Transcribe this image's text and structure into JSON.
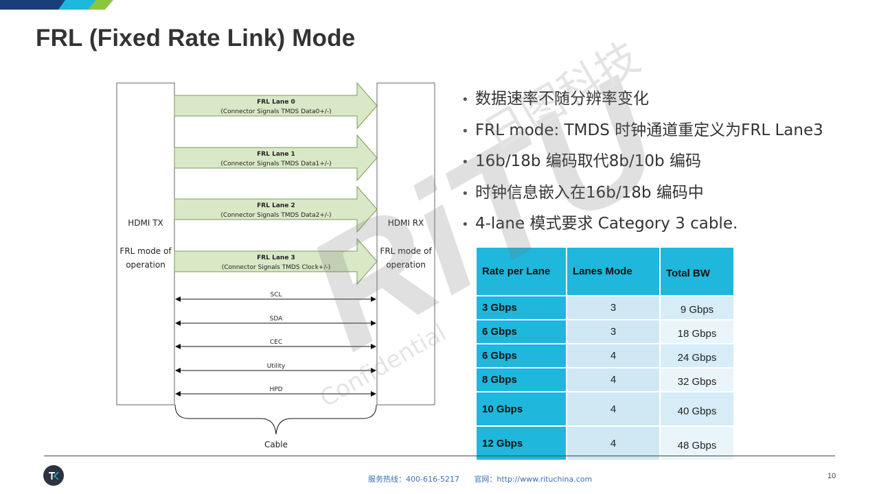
{
  "title": "FRL (Fixed Rate Link) Mode",
  "diagram": {
    "tx_title": "HDMI TX",
    "tx_sub1": "FRL mode of",
    "tx_sub2": "operation",
    "rx_title": "HDMI RX",
    "rx_sub1": "FRL mode of",
    "rx_sub2": "operation",
    "lanes": [
      {
        "name": "FRL Lane 0",
        "signal": "(Connector Signals TMDS Data0+/-)"
      },
      {
        "name": "FRL Lane 1",
        "signal": "(Connector Signals TMDS Data1+/-)"
      },
      {
        "name": "FRL Lane 2",
        "signal": "(Connector Signals TMDS Data2+/-)"
      },
      {
        "name": "FRL Lane 3",
        "signal": "(Connector Signals TMDS Clock+/-)"
      }
    ],
    "signals": [
      "SCL",
      "SDA",
      "CEC",
      "Utility",
      "HPD"
    ],
    "cable_label": "Cable"
  },
  "bullets": [
    "数据速率不随分辨率变化",
    "FRL mode: TMDS 时钟通道重定义为FRL Lane3",
    "16b/18b 编码取代8b/10b 编码",
    "时钟信息嵌入在16b/18b 编码中",
    "4-lane 模式要求 Category 3 cable."
  ],
  "table": {
    "headers": [
      "Rate per Lane",
      "Lanes Mode",
      "Total BW"
    ],
    "rows": [
      [
        "3 Gbps",
        "3",
        "9 Gbps"
      ],
      [
        "6 Gbps",
        "3",
        "18 Gbps"
      ],
      [
        "6 Gbps",
        "4",
        "24 Gbps"
      ],
      [
        "8 Gbps",
        "4",
        "32 Gbps"
      ],
      [
        "10 Gbps",
        "4",
        "40 Gbps"
      ],
      [
        "12 Gbps",
        "4",
        "48 Gbps"
      ]
    ]
  },
  "watermark": {
    "text": "RiTU",
    "chinese": "日图科技",
    "confidential": "Confidential"
  },
  "footer": {
    "hotline": "服务热线：400-616-5217",
    "website": "官网：http://www.rituchina.com"
  },
  "page_number": "10",
  "colors": {
    "accent_cyan": "#1fb7dc",
    "accent_blue": "#1a4a8a",
    "accent_green": "#8cc63f",
    "lane_fill": "#d9e8c7",
    "lane_stroke": "#7a9a5a"
  }
}
